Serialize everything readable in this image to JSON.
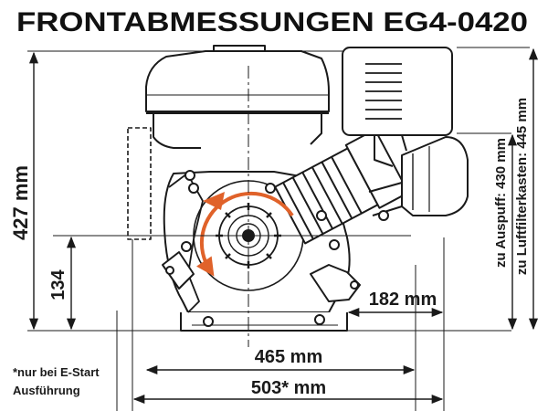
{
  "title": "FRONTABMESSUNGEN EG4-0420",
  "dimensions": {
    "height_total": "427 mm",
    "shaft_height": "134",
    "shaft_to_right": "182 mm",
    "width_base": "465 mm",
    "width_estart": "503* mm",
    "exhaust_height": "zu Auspuff: 430 mm",
    "airfilter_height": "zu Luftfilterkasten: 445 mm"
  },
  "footnote": {
    "line1": "*nur bei E-Start",
    "line2": "Ausführung"
  },
  "colors": {
    "line": "#1a1a1a",
    "rotation_arrow": "#e0622a"
  }
}
